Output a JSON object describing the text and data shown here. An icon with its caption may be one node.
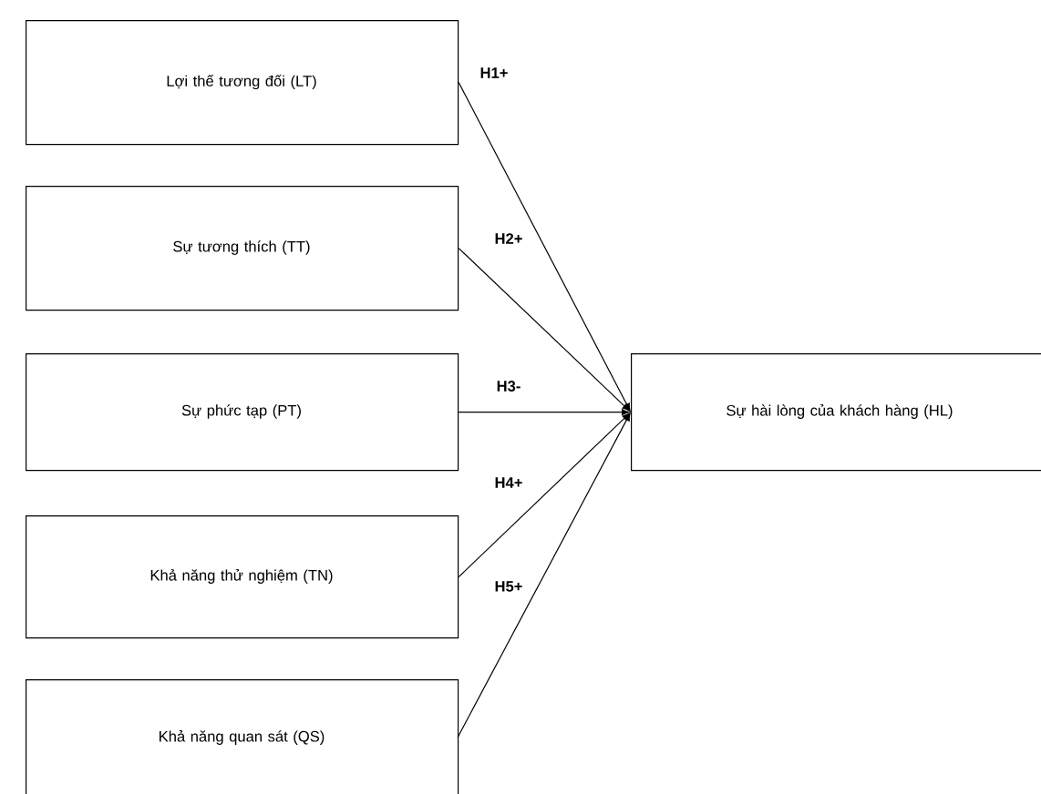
{
  "diagram": {
    "nodes": [
      {
        "text": [
          "Lợi thế tương đối (LT)"
        ]
      },
      {
        "text": [
          "Sự tương thích (TT)"
        ]
      },
      {
        "text": [
          "Sự phức tạp (PT)"
        ]
      },
      {
        "text": [
          "Khả năng thử nghiệm (TN)"
        ]
      },
      {
        "text": [
          "Khả năng quan sát (QS)"
        ]
      },
      {
        "text": [
          "Sự hài lòng của khách hàng (HL)"
        ]
      }
    ],
    "edges": [
      {
        "from": 0,
        "to": 5,
        "arrow": "to",
        "label": "H1+"
      },
      {
        "from": 1,
        "to": 5,
        "arrow": "to",
        "label": "H2+"
      },
      {
        "from": 2,
        "to": 5,
        "arrow": "to",
        "label": "H3-"
      },
      {
        "from": 3,
        "to": 5,
        "arrow": "to",
        "label": "H4+"
      },
      {
        "from": 4,
        "to": 5,
        "arrow": "to",
        "label": "H5+"
      }
    ]
  }
}
